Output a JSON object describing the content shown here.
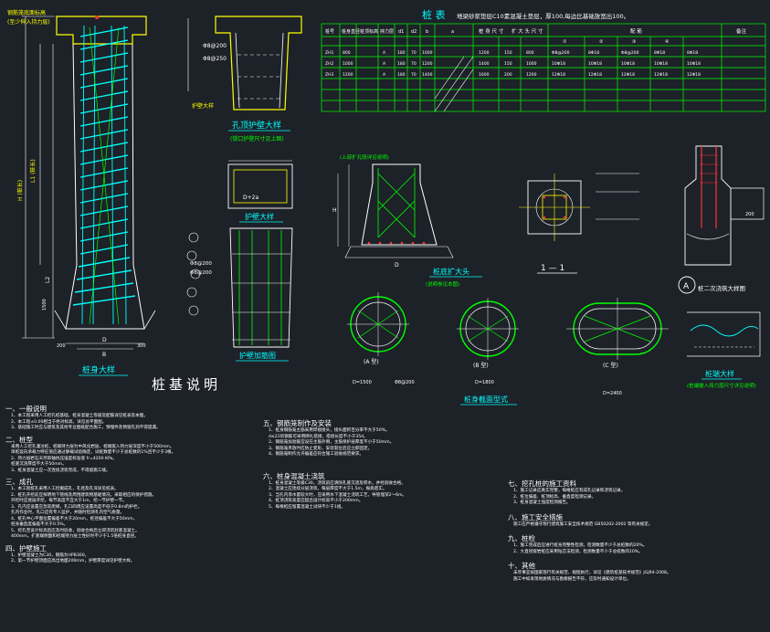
{
  "drawing_title": "桩基说明",
  "pile_detail": {
    "title": "桩身大样",
    "reinforcement_note_1": "钢筋笼底面标高",
    "reinforcement_note_2": "(至少伸入持力层)",
    "dim_l1": "L1 (桩长)",
    "dim_h": "H (桩长)",
    "dim_l2": "L2",
    "dim_d": "D",
    "dim_b": "B",
    "dim_200": "200",
    "dim_300": "300",
    "dim_1500": "1500"
  },
  "hole_collar": {
    "title": "孔顶护壁大样",
    "subtitle": "(锁口护壁尺寸见上图)",
    "rebar_1": "Φ8@200",
    "rebar_2": "Φ8@250",
    "label": "护壁大样"
  },
  "wall_detail": {
    "title": "护壁大样",
    "dim": "D+2a",
    "rebar_1": "Φ8@200",
    "rebar_2": "Φ8@200"
  },
  "segment_detail": {
    "title": "护壁加筋图"
  },
  "enlarged_base": {
    "title": "桩底扩大头",
    "note": "(说明参见本图)",
    "top_note": "(上部扩孔段详见说明)",
    "dim_h": "H",
    "dim_d": "D"
  },
  "pile_table": {
    "title": "桩 表",
    "note": "地梁砂浆垫层C10素混凝土垫层，厚100,每边比基础放宽出100。",
    "headers": [
      "桩号",
      "桩身直径",
      "桩顶标高",
      "持力层",
      "d1",
      "d2",
      "b",
      "a",
      "桩 身 尺 寸",
      "扩 大 头 尺 寸",
      "配 筋",
      "备注"
    ],
    "sub_headers": [
      "①",
      "②",
      "③",
      "④"
    ],
    "rows": [
      [
        "ZH1",
        "800",
        "",
        "A",
        "180",
        "70",
        "1000",
        "",
        "1200",
        "150",
        "800",
        "Φ8@200",
        "8Φ18",
        "Φ8@200",
        "8Φ18",
        "8Φ18"
      ],
      [
        "ZH2",
        "1000",
        "",
        "A",
        "180",
        "70",
        "1200",
        "",
        "1400",
        "150",
        "1000",
        "10Φ18",
        "10Φ18",
        "10Φ18",
        "10Φ18",
        "10Φ18"
      ],
      [
        "ZH3",
        "1200",
        "",
        "A",
        "180",
        "70",
        "1400",
        "",
        "1600",
        "200",
        "1200",
        "12Φ18",
        "12Φ18",
        "12Φ18",
        "12Φ18",
        "12Φ18"
      ]
    ]
  },
  "section_1_1": {
    "title": "1 — 1"
  },
  "cap_detail": {
    "title": "桩二次浇筑大样图",
    "label_a": "A",
    "dim": "200"
  },
  "extension_detail": {
    "title": "桩端大样",
    "subtitle": "(桩端嵌入持力层尺寸详见说明)"
  },
  "cross_sections": {
    "title": "桩身截面型式",
    "labels": [
      "(A 型)",
      "(B 型)",
      "(C 型)"
    ],
    "dim_1": "D=1500",
    "dim_2": "D=1800",
    "dim_3": "D=2400",
    "rebar": "Φ8@200"
  },
  "notes": [
    {
      "id": "一",
      "title": "一般说明",
      "lines": [
        "1、本工程采用人工挖孔桩基础，桩身混凝土等级及配筋详见桩表及本图。",
        "2、本工程±0.00相当于绝对标高，详见总平面图。",
        "3、基础施工时应与建筑及其他专业图纸配合施工，预埋件及预留孔洞不得遗漏。"
      ]
    },
    {
      "id": "二",
      "title": "桩型",
      "lines": [
        "采用人工挖孔灌注桩，桩端持力层为中风化岩层，桩端嵌入持力层深度不小于500mm。",
        "单桩竖向承载力特征值应通过静载试验确定，试桩数量不少于总桩数的1%且不少于3根。",
        "2、持力层岩石天然单轴抗压强度标准值 fr=4200 KPa。",
        "桩底沉渣厚度不大于50mm。",
        "3、桩身混凝土应一次连续浇筑完成，不得留施工缝。"
      ]
    },
    {
      "id": "三",
      "title": "成孔",
      "lines": [
        "1、本工程桩孔采用人工挖掘成孔，孔径及孔深详见桩表。",
        "2、桩孔开挖前应探明地下管线及周围建筑物基础情况，采取相应的保护措施。",
        "开挖时应逐层开挖，每节高度不宜大于1m，挖一节护壁一节。",
        "3、孔内应设置应急软爬梯，孔口四周应设置高度不低于0.8m的护栏。",
        "孔内作业时，孔口应有专人监护，并随时检测孔内空气质量。",
        "4、桩孔中心平面位置偏差不大于20mm，桩径偏差不大于50mm，",
        "桩身垂直度偏差不大于0.5%。",
        "5、挖孔至设计标高后应及时验收，验收合格后立即浇筑封底混凝土。",
        "400mm。扩底端侧面和桩端持力层土性好时不少于1.5倍桩身直径。"
      ]
    },
    {
      "id": "四",
      "title": "护壁施工",
      "lines": [
        "1、护壁混凝土为C30，钢筋为HPB300。",
        "2、第一节护壁顶面应高出地面200mm，护壁厚度详见护壁大样。"
      ]
    },
    {
      "id": "五",
      "title": "钢筋笼制作及安装",
      "lines": [
        "1、桩身钢筋笼主筋采用焊接接头，接头面积百分率不大于50%。",
        "d≤22的钢筋可采用绑扎搭接，搭接长度不小于35d。",
        "2、钢筋笼加劲箍宜设在主筋外侧，主筋保护层厚度不小于50mm。",
        "3、钢筋笼吊放时应防止变形，安装就位后应立即固定。",
        "4、钢筋笼制作允许偏差应符合施工验收规范要求。"
      ]
    },
    {
      "id": "六",
      "title": "桩身混凝土浇筑",
      "lines": [
        "1、桩身混凝土等级C30，浇筑前应清除孔底沉渣及积水，并经验收合格。",
        "2、混凝土应连续分层浇筑，每层厚度不大于1.5m，振捣密实。",
        "3、当孔内渗水量较大时，应采用水下混凝土浇筑工艺，导管埋深2～6m。",
        "4、桩顶浇筑高度应超出设计标高不小于200mm。",
        "5、每根桩应留置混凝土试块不少于1组。"
      ]
    },
    {
      "id": "七",
      "title": "挖孔桩的施工资料",
      "lines": [
        "1、施工记录应真实完整，每根桩应有成孔记录和浇筑记录。",
        "2、桩位偏差、桩顶标高、垂直度检测记录。",
        "3、桩身混凝土强度检测报告。"
      ]
    },
    {
      "id": "八",
      "title": "施工安全措施",
      "lines": [
        "施工应严格遵守现行建筑施工安全技术规范 GB50202-2002 等有关规定。"
      ]
    },
    {
      "id": "九",
      "title": "桩检",
      "lines": [
        "1、施工完成后应进行桩身完整性检测，检测数量不少于总桩数的20%。",
        "2、大直径嵌岩桩应采用钻芯法检测，检测数量不少于总桩数的10%。"
      ]
    },
    {
      "id": "十",
      "title": "其他",
      "lines": [
        "未尽事宜按国家现行有关规范、规程执行，详见《建筑桩基技术规范》JGJ94-2008。",
        "施工中如发现地质情况与勘察报告不符，应及时通知设计单位。"
      ]
    }
  ]
}
